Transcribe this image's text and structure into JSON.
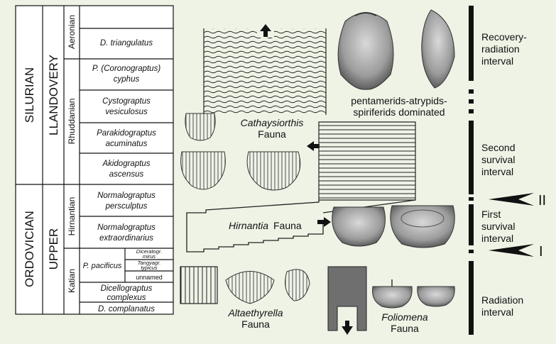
{
  "stratigraphy": {
    "systems": [
      {
        "name": "SILURIAN",
        "series": "LLANDOVERY"
      },
      {
        "name": "ORDOVICIAN",
        "series": "UPPER"
      }
    ],
    "stages": [
      "Aeronian",
      "Rhuddanian",
      "Hirnantian",
      "Katian"
    ],
    "zones": [
      {
        "lines": [
          "D. triangulatus"
        ]
      },
      {
        "lines": [
          "P. (Coronograptus)",
          "cyphus"
        ]
      },
      {
        "lines": [
          "Cystograptus",
          "vesiculosus"
        ]
      },
      {
        "lines": [
          "Parakidograptus",
          "acuminatus"
        ]
      },
      {
        "lines": [
          "Akidograptus",
          "ascensus"
        ]
      },
      {
        "lines": [
          "Normalograptus",
          "persculptus"
        ]
      },
      {
        "lines": [
          "Normalograptus",
          "extraordinarius"
        ]
      },
      {
        "lines": [
          "P. pacificus"
        ]
      },
      {
        "lines": [
          "Dicellograptus",
          "complexus"
        ]
      },
      {
        "lines": [
          "D. complanatus"
        ]
      }
    ],
    "subzones": [
      {
        "lines": [
          "Diceratogr.",
          "mirus"
        ]
      },
      {
        "lines": [
          "Tangyagr.",
          "typicus"
        ]
      },
      {
        "lines": [
          "unnamed"
        ]
      }
    ]
  },
  "faunas": {
    "pentamerids": [
      "pentamerids-atrypids-",
      "spiriferids dominated"
    ],
    "cathaysiorthis": [
      "Cathaysiorthis",
      "Fauna"
    ],
    "hirnantia": [
      "Hirnantia",
      "Fauna"
    ],
    "altaethyrella": [
      "Altaethyrella",
      "Fauna"
    ],
    "foliomena": [
      "Foliomena",
      "Fauna"
    ]
  },
  "intervals": [
    {
      "lines": [
        "Recovery-",
        "radiation",
        "interval"
      ]
    },
    {
      "lines": [
        "Second",
        "survival",
        "interval"
      ]
    },
    {
      "lines": [
        "First",
        "survival",
        "interval"
      ]
    },
    {
      "lines": [
        "Radiation",
        "interval"
      ]
    }
  ],
  "pulses": [
    "II",
    "I"
  ],
  "colors": {
    "background": "#eef3e6",
    "ink": "#111111",
    "fossil": "#9a9a9a"
  }
}
